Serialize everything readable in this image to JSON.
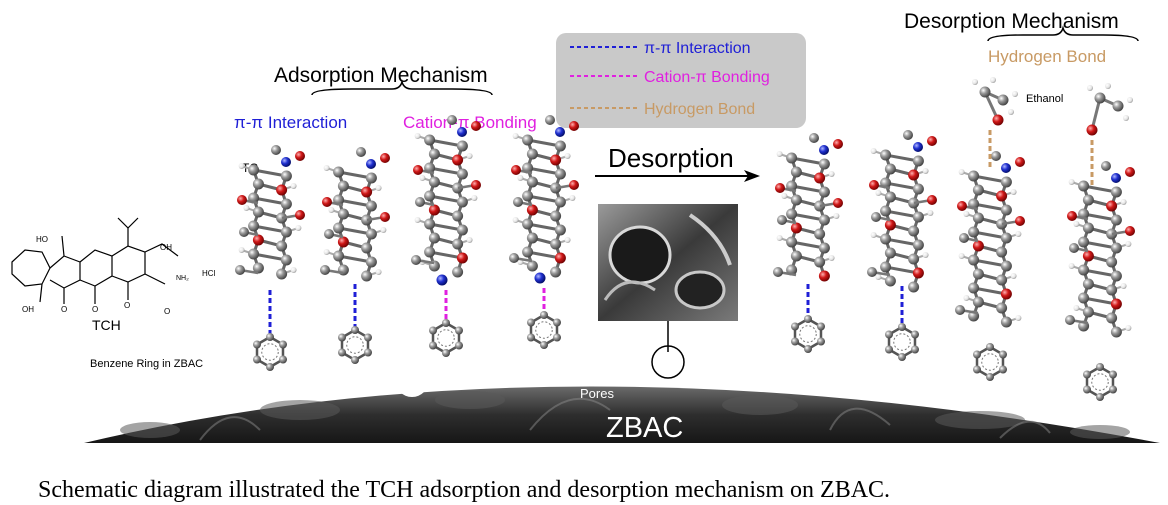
{
  "titles": {
    "adsorption": "Adsorption Mechanism",
    "desorption_mechanism": "Desorption Mechanism"
  },
  "labels": {
    "pi_pi": "π-π Interaction",
    "cation_pi": "Cation-π Bonding",
    "tc": "TC",
    "tch": "TCH",
    "hcl": "HCl",
    "benzene_ring": "Benzene Ring in ZBAC",
    "desorption_arrow": "Desorption",
    "hydrogen_bond": "Hydrogen Bond",
    "ethanol": "Ethanol",
    "pores": "Pores",
    "zbac": "ZBAC"
  },
  "legend": [
    {
      "label": "π-π Interaction",
      "color": "#1f1fd6"
    },
    {
      "label": "Cation-π Bonding",
      "color": "#e020e0"
    },
    {
      "label": "Hydrogen Bond",
      "color": "#c89a64"
    }
  ],
  "structure_text": {
    "ho": "HO",
    "oh_left": "OH",
    "oh_right": "OH",
    "o1": "O",
    "o2": "O",
    "o3": "O",
    "nh2": "NH₂",
    "o4": "O"
  },
  "caption": "Schematic diagram illustrated the TCH adsorption and desorption mechanism on ZBAC.",
  "colors": {
    "pi": "#1f1fd6",
    "cation": "#e020e0",
    "hbond": "#c89a64",
    "legend_bg": "#c9c9c9",
    "surface": "#2b2b2b"
  }
}
